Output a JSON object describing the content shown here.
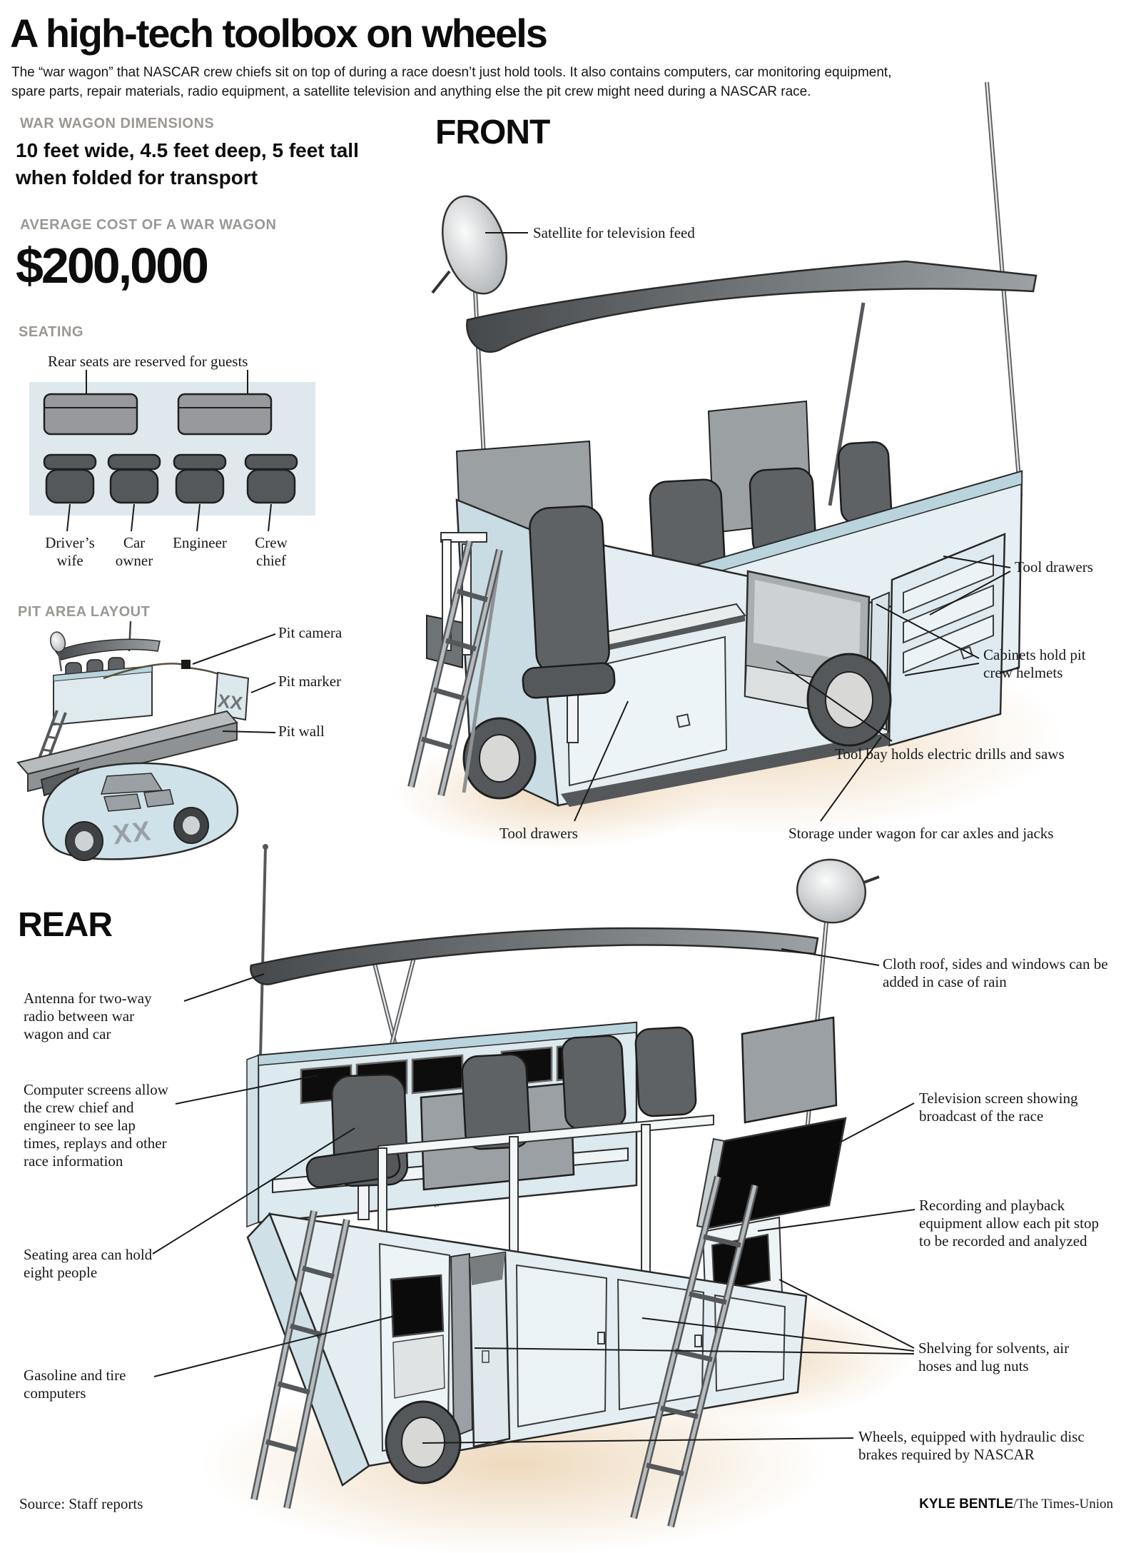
{
  "header": {
    "title": "A high-tech toolbox on wheels",
    "intro_lines": [
      "The “war wagon” that NASCAR crew chiefs sit on top of during a race doesn’t just hold tools. It also contains computers, car monitoring equipment,",
      "spare parts, repair materials, radio equipment, a satellite television and anything else the pit crew might need during a NASCAR race."
    ]
  },
  "facts": {
    "dimensions_kicker": "WAR WAGON DIMENSIONS",
    "dimensions_lines": [
      "10 feet wide, 4.5 feet deep, 5 feet tall",
      "when folded for transport"
    ],
    "cost_kicker": "AVERAGE COST OF A WAR WAGON",
    "cost_value": "$200,000"
  },
  "seating": {
    "kicker": "SEATING",
    "note": "Rear seats are reserved for guests",
    "seats": [
      "Driver’s wife",
      "Car owner",
      "Engineer",
      "Crew chief"
    ]
  },
  "pit_area": {
    "kicker": "PIT AREA LAYOUT",
    "marking": "XX",
    "labels": {
      "camera": "Pit camera",
      "marker": "Pit marker",
      "wall": "Pit wall"
    }
  },
  "front": {
    "heading": "FRONT",
    "labels": {
      "satellite": "Satellite for television feed",
      "tool_drawers_right": "Tool drawers",
      "cabinets": "Cabinets hold pit crew helmets",
      "tool_bay": "Tool bay holds electric drills and saws",
      "tool_drawers_bottom": "Tool drawers",
      "storage": "Storage under wagon for car axles and jacks"
    }
  },
  "rear": {
    "heading": "REAR",
    "labels": {
      "antenna": "Antenna for two-way radio between war wagon and car",
      "computer_screens": "Computer screens allow the crew chief and engineer to see lap times, replays and other race information",
      "seating_area": "Seating area can hold eight people",
      "gasoline": "Gasoline and tire computers",
      "cloth_roof": "Cloth roof, sides and windows can be added in case of rain",
      "tv": "Television screen showing broadcast of the race",
      "recording": "Recording and playback equipment allow each pit stop to be recorded and analyzed",
      "shelving": "Shelving for solvents, air hoses and lug nuts",
      "wheels": "Wheels, equipped with hydraulic disc brakes required by NASCAR"
    }
  },
  "footer": {
    "source": "Source: Staff reports",
    "credit_name": "KYLE BENTLE",
    "credit_suffix": "/The Times-Union"
  },
  "colors": {
    "body_blue": "#e4eef2",
    "trim_teal": "#b9d4dc",
    "seat_gray": "#5f6265",
    "screen_black": "#0b0b0b",
    "glow_tan": "#f0dcc2",
    "kicker_gray": "#9b9793"
  }
}
